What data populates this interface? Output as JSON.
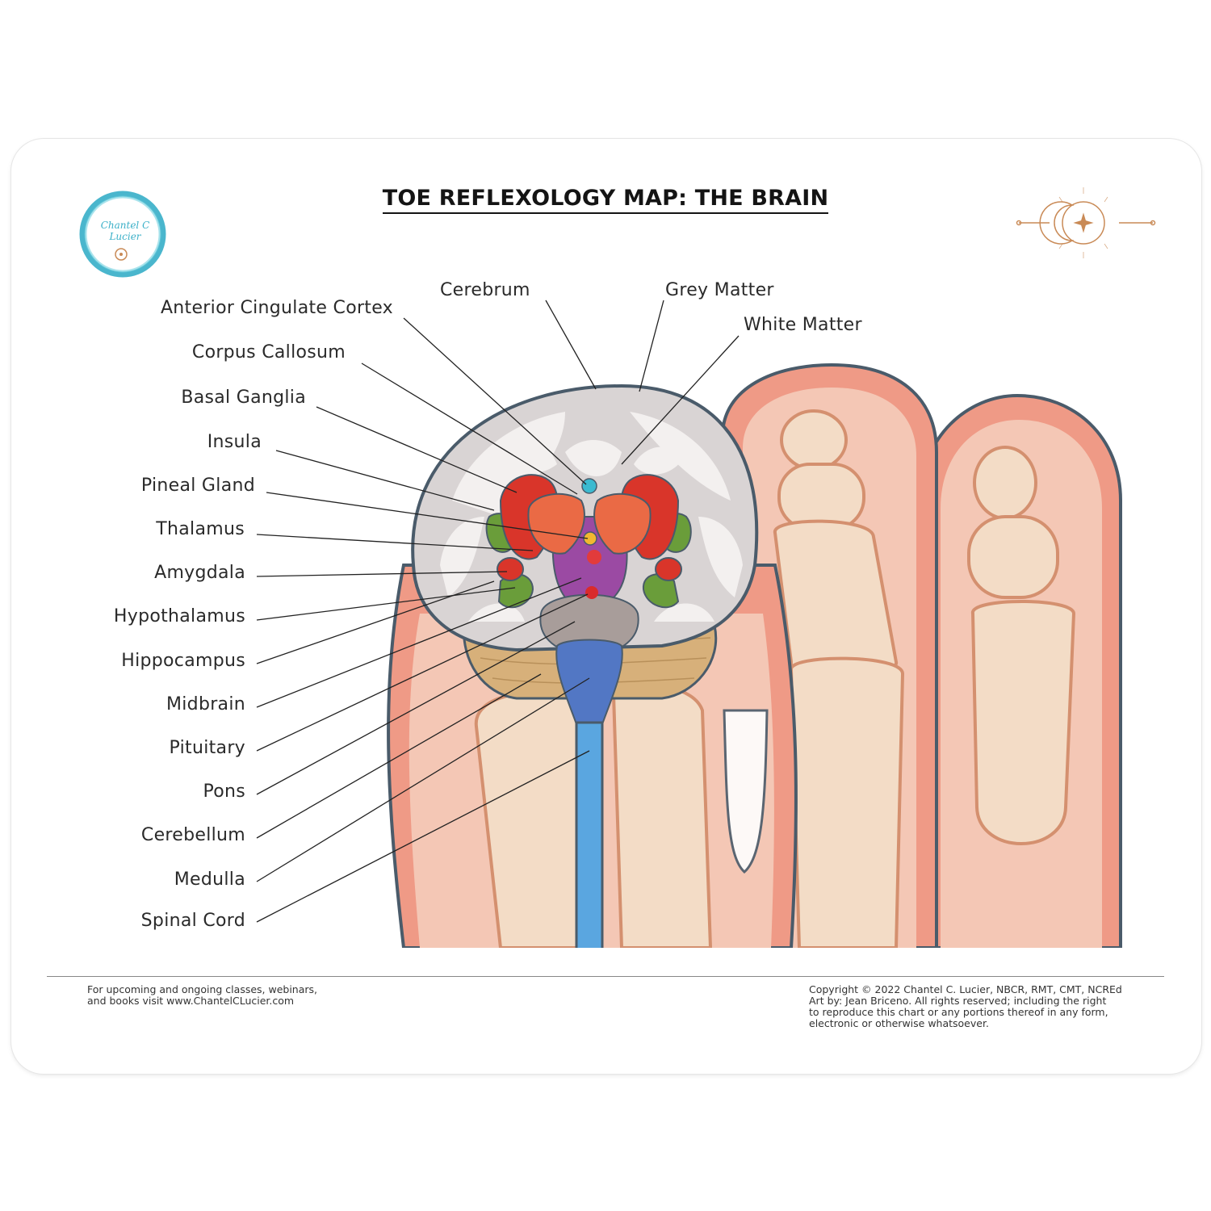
{
  "title": "TOE REFLEXOLOGY MAP: THE BRAIN",
  "logo_left": {
    "icon": "brand-logo-circle-icon",
    "text": "Chantel C Lucier"
  },
  "logo_right": {
    "icon": "sun-moon-emblem-icon"
  },
  "labels": {
    "cerebrum": "Cerebrum",
    "grey_matter": "Grey Matter",
    "white_matter": "White Matter",
    "anterior_cingulate_cortex": "Anterior Cingulate Cortex",
    "corpus_callosum": "Corpus Callosum",
    "basal_ganglia": "Basal Ganglia",
    "insula": "Insula",
    "pineal_gland": "Pineal Gland",
    "thalamus": "Thalamus",
    "amygdala": "Amygdala",
    "hypothalamus": "Hypothalamus",
    "hippocampus": "Hippocampus",
    "midbrain": "Midbrain",
    "pituitary": "Pituitary",
    "pons": "Pons",
    "cerebellum": "Cerebellum",
    "medulla": "Medulla",
    "spinal_cord": "Spinal Cord"
  },
  "footer": {
    "left_line1": "For upcoming and ongoing classes, webinars,",
    "left_line2": "and books visit www.ChantelCLucier.com",
    "right_line1": "Copyright  © 2022 Chantel C. Lucier, NBCR, RMT, CMT, NCREd",
    "right_line2": "Art by: Jean Briceno.  All rights reserved; including the right",
    "right_line3": "to reproduce this chart or any portions thereof in any form,",
    "right_line4": "electronic or otherwise whatsoever."
  },
  "colors": {
    "skin": "#ef9a86",
    "skin_light": "#f4c7b5",
    "bone": "#f3dcc6",
    "outline": "#4a5b6a",
    "spinal_cord": "#5aa6e0",
    "brainstem": "#5277c4",
    "thalamus": "#ea6a45",
    "basal_ganglia": "#d9352a",
    "hypothalamus": "#9b4aa3",
    "cerebellum": "#d7b07a",
    "teal_logo": "#2aa9c4",
    "gold": "#c98a56"
  }
}
